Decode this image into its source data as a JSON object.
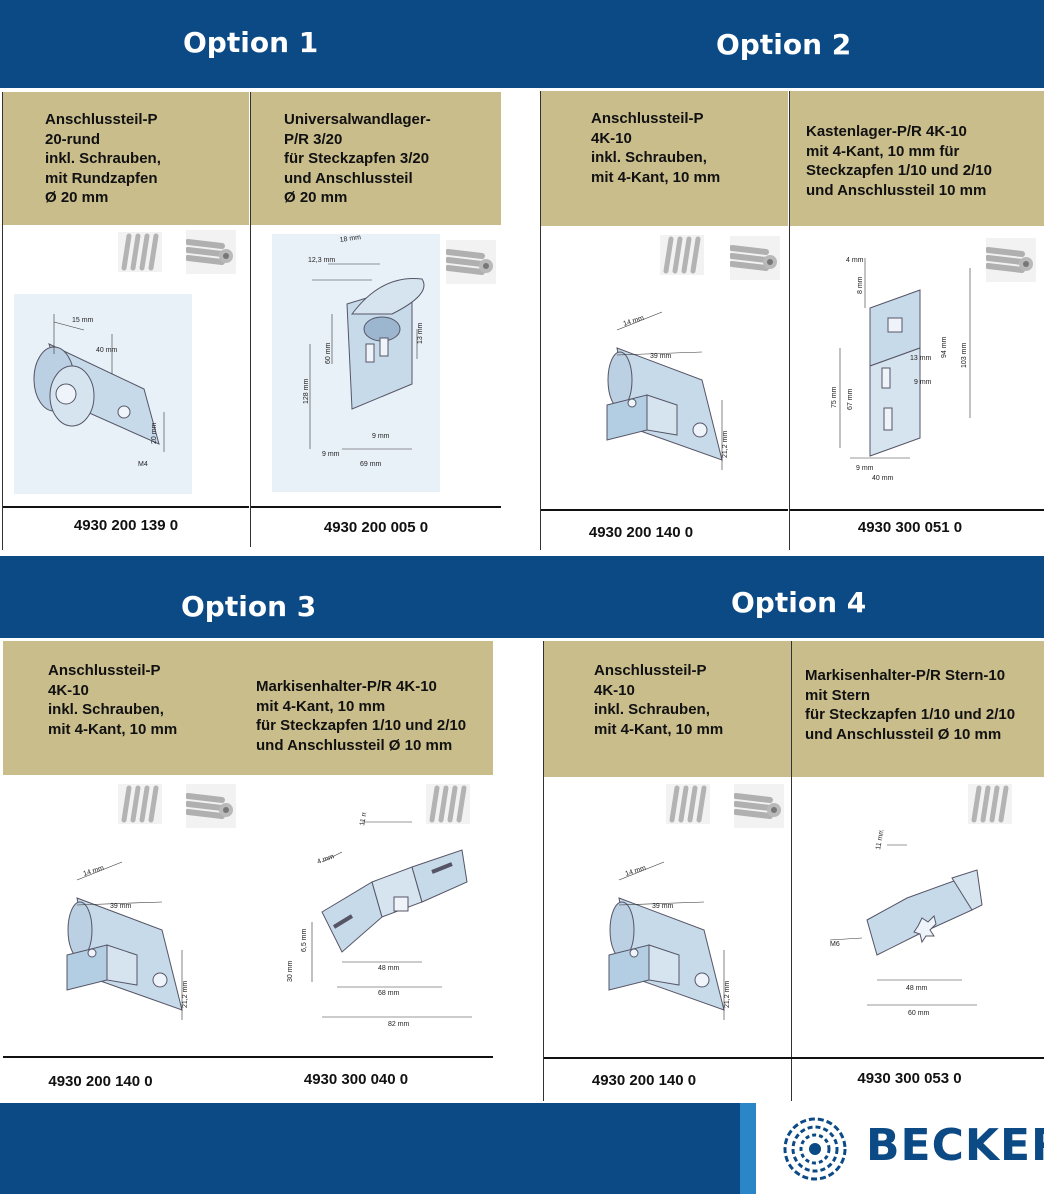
{
  "options": [
    {
      "title": "Option 1",
      "items": [
        {
          "desc": [
            "Anschlussteil-P",
            "20-rund",
            "inkl. Schrauben,",
            "mit Rundzapfen",
            "Ø 20 mm"
          ],
          "code": "4930 200 139 0",
          "dims": [
            "15 mm",
            "40 mm",
            "20 mm",
            "M4"
          ],
          "icons": [
            "slats-icon",
            "tube-icon"
          ]
        },
        {
          "desc": [
            "Universalwandlager-",
            "P/R 3/20",
            "für Steckzapfen 3/20",
            "und Anschlussteil",
            "Ø 20 mm"
          ],
          "code": "4930 200 005 0",
          "dims": [
            "18 mm",
            "12,3 mm",
            "60 mm",
            "128 mm",
            "13 mm",
            "9 mm",
            "9 mm",
            "69 mm"
          ],
          "icons": [
            "tube-icon"
          ]
        }
      ]
    },
    {
      "title": "Option 2",
      "items": [
        {
          "desc": [
            "Anschlussteil-P",
            "4K-10",
            "inkl. Schrauben,",
            "mit 4-Kant, 10 mm"
          ],
          "code": "4930 200 140 0",
          "dims": [
            "14 mm",
            "39 mm",
            "21,2 mm"
          ],
          "icons": [
            "slats-icon",
            "tube-icon"
          ]
        },
        {
          "desc": [
            "Kastenlager-P/R 4K-10",
            "mit 4-Kant, 10 mm für",
            "Steckzapfen 1/10 und 2/10",
            "und Anschlussteil 10 mm"
          ],
          "code": "4930 300 051 0",
          "dims": [
            "4 mm",
            "8 mm",
            "13 mm",
            "9 mm",
            "75 mm",
            "67 mm",
            "94 mm",
            "103 mm",
            "9 mm",
            "40 mm"
          ],
          "icons": [
            "tube-icon"
          ]
        }
      ]
    },
    {
      "title": "Option 3",
      "items": [
        {
          "desc": [
            "Anschlussteil-P",
            "4K-10",
            "inkl. Schrauben,",
            "mit 4-Kant, 10 mm"
          ],
          "code": "4930 200 140 0",
          "dims": [
            "14 mm",
            "39 mm",
            "21,2 mm"
          ],
          "icons": [
            "slats-icon",
            "tube-icon"
          ]
        },
        {
          "desc": [
            "Markisenhalter-P/R 4K-10",
            "mit 4-Kant, 10 mm",
            "für Steckzapfen 1/10 und 2/10",
            "und Anschlussteil Ø 10 mm"
          ],
          "code": "4930 300 040 0",
          "dims": [
            "11 mm",
            "4 mm",
            "6,5 mm",
            "30 mm",
            "48 mm",
            "68 mm",
            "82 mm"
          ],
          "icons": [
            "slats-icon"
          ]
        }
      ]
    },
    {
      "title": "Option 4",
      "items": [
        {
          "desc": [
            "Anschlussteil-P",
            "4K-10",
            "inkl. Schrauben,",
            "mit 4-Kant, 10 mm"
          ],
          "code": "4930 200 140 0",
          "dims": [
            "14 mm",
            "39 mm",
            "21,2 mm"
          ],
          "icons": [
            "slats-icon",
            "tube-icon"
          ]
        },
        {
          "desc": [
            "Markisenhalter-P/R Stern-10",
            "mit Stern",
            "für Steckzapfen 1/10 und 2/10",
            "und Anschlussteil Ø 10 mm"
          ],
          "code": "4930 300 053 0",
          "dims": [
            "11 mm",
            "M6",
            "48 mm",
            "60 mm"
          ],
          "icons": [
            "slats-icon"
          ]
        }
      ]
    }
  ],
  "brand": {
    "name": "BECKER",
    "logo_icon": "becker-spiral-logo",
    "color": "#0c4a86"
  },
  "colors": {
    "band": "#0c4a86",
    "desc_bg": "#c9bd8c"
  }
}
